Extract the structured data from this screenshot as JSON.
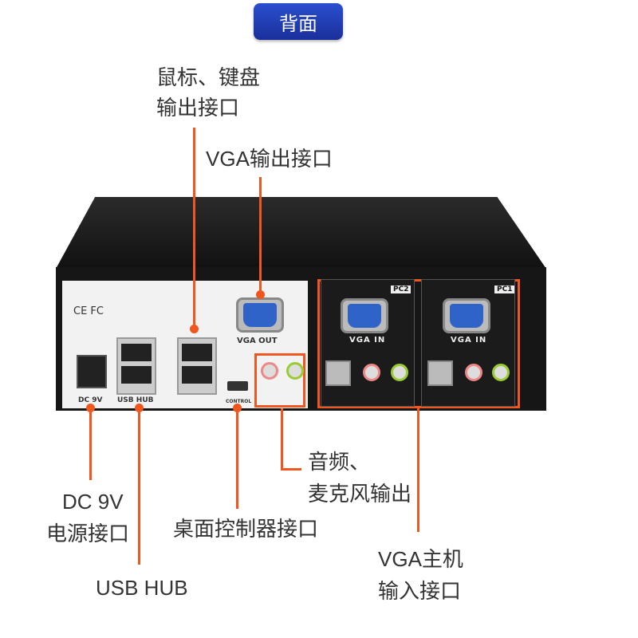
{
  "title": "背面",
  "annotations": {
    "mouse_keyboard": [
      "鼠标、键盘",
      "输出接口"
    ],
    "vga_out": "VGA输出接口",
    "audio": [
      "音频、",
      "麦克风输出"
    ],
    "dc": [
      "DC 9V",
      "电源接口"
    ],
    "control": "桌面控制器接口",
    "usb_hub": "USB HUB",
    "vga_host": [
      "VGA主机",
      "输入接口"
    ]
  },
  "device": {
    "cert": "CE FC",
    "dc": "DC 9V",
    "usb_hub": "USB HUB",
    "control": "CONTROL",
    "vga_out": "VGA OUT",
    "vga_in": "VGA IN",
    "pc2": "PC2",
    "pc1": "PC1"
  },
  "accent": "#f0561e"
}
